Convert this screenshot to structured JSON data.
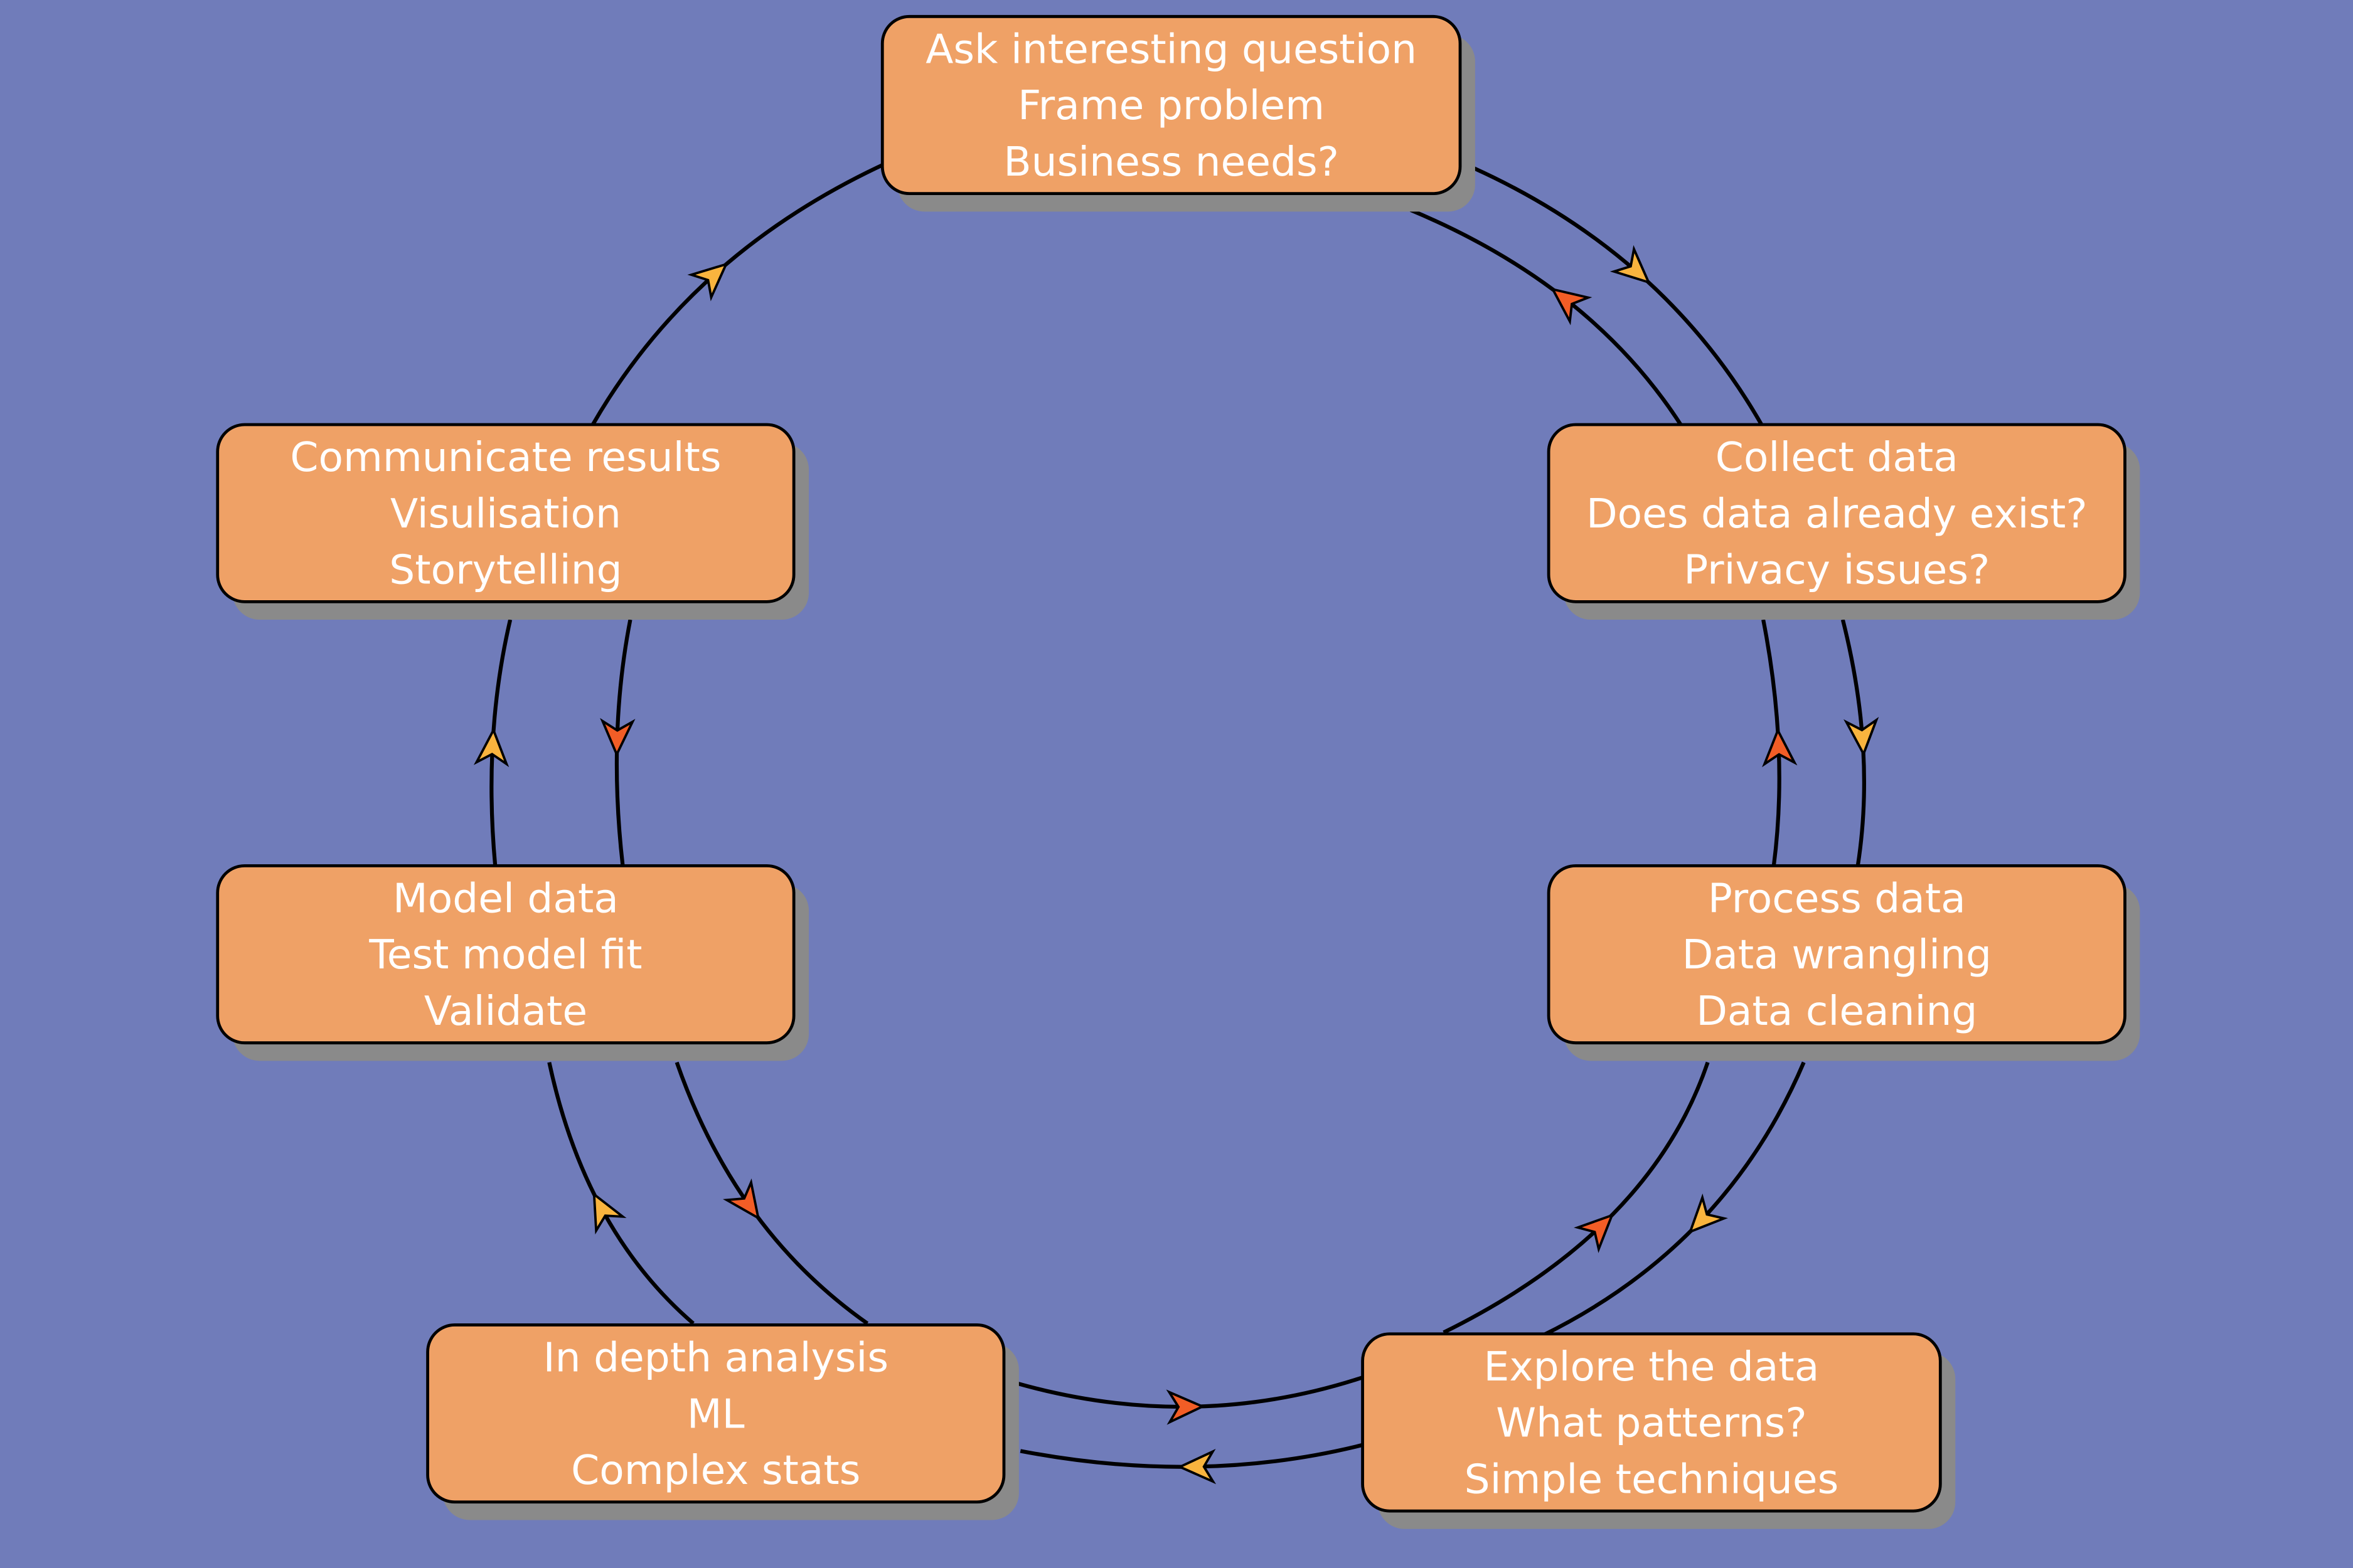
{
  "colors": {
    "background": "#707cba",
    "box_fill": "#efa166",
    "box_shadow": "#8a8a8a",
    "text": "#ffffff",
    "line": "#000000",
    "forward_arrow": "#f9b43e",
    "backward_arrow": "#f25d26"
  },
  "nodes": [
    {
      "id": "ask",
      "lines": [
        "Ask interesting question",
        "Frame problem",
        "Business needs?"
      ]
    },
    {
      "id": "collect",
      "lines": [
        "Collect data",
        "Does data already exist?",
        "Privacy issues?"
      ]
    },
    {
      "id": "process",
      "lines": [
        "Process data",
        "Data wrangling",
        "Data cleaning"
      ]
    },
    {
      "id": "explore",
      "lines": [
        "Explore the data",
        "What patterns?",
        "Simple techniques"
      ]
    },
    {
      "id": "analysis",
      "lines": [
        "In depth analysis",
        "ML",
        "Complex stats"
      ]
    },
    {
      "id": "model",
      "lines": [
        "Model data",
        "Test model fit",
        "Validate"
      ]
    },
    {
      "id": "communicate",
      "lines": [
        "Communicate results",
        "Visulisation",
        "Storytelling"
      ]
    }
  ],
  "edges": [
    {
      "from": "ask",
      "to": "collect",
      "direction": "forward"
    },
    {
      "from": "collect",
      "to": "ask",
      "direction": "backward"
    },
    {
      "from": "collect",
      "to": "process",
      "direction": "forward"
    },
    {
      "from": "process",
      "to": "collect",
      "direction": "backward"
    },
    {
      "from": "process",
      "to": "explore",
      "direction": "forward"
    },
    {
      "from": "explore",
      "to": "process",
      "direction": "backward"
    },
    {
      "from": "explore",
      "to": "analysis",
      "direction": "forward"
    },
    {
      "from": "analysis",
      "to": "explore",
      "direction": "backward"
    },
    {
      "from": "analysis",
      "to": "model",
      "direction": "forward"
    },
    {
      "from": "model",
      "to": "analysis",
      "direction": "backward"
    },
    {
      "from": "model",
      "to": "communicate",
      "direction": "forward"
    },
    {
      "from": "communicate",
      "to": "model",
      "direction": "backward"
    },
    {
      "from": "communicate",
      "to": "ask",
      "direction": "forward"
    }
  ]
}
